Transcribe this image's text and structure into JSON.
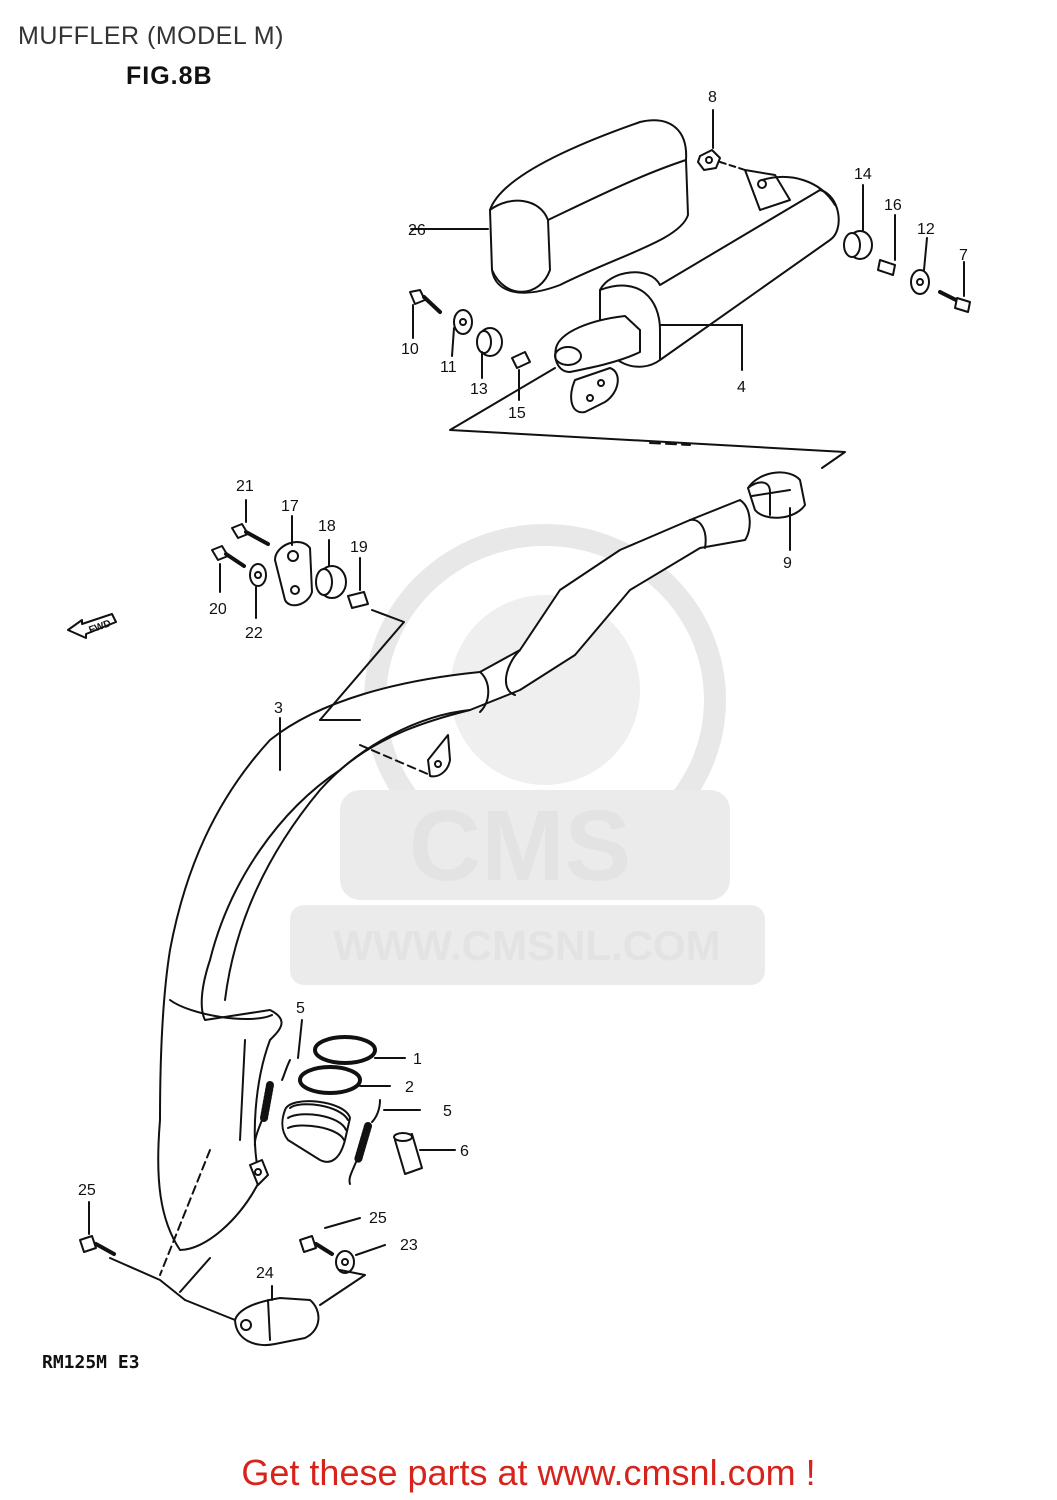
{
  "page": {
    "title": "MUFFLER (MODEL M)",
    "figure": "FIG.8B",
    "model_code": "RM125M E3",
    "footer": "Get these parts at www.cmsnl.com !"
  },
  "watermark": {
    "brand": "CMS",
    "url": "WWW.CMSNL.COM"
  },
  "direction_tag": "FWD",
  "callouts": [
    "1",
    "2",
    "3",
    "4",
    "5",
    "5",
    "6",
    "7",
    "8",
    "9",
    "10",
    "11",
    "12",
    "13",
    "14",
    "15",
    "16",
    "17",
    "18",
    "19",
    "20",
    "21",
    "22",
    "23",
    "24",
    "25",
    "25",
    "26"
  ],
  "colors": {
    "footer": "#d8231c",
    "line": "#111111",
    "watermark": "#e3e3e3"
  }
}
